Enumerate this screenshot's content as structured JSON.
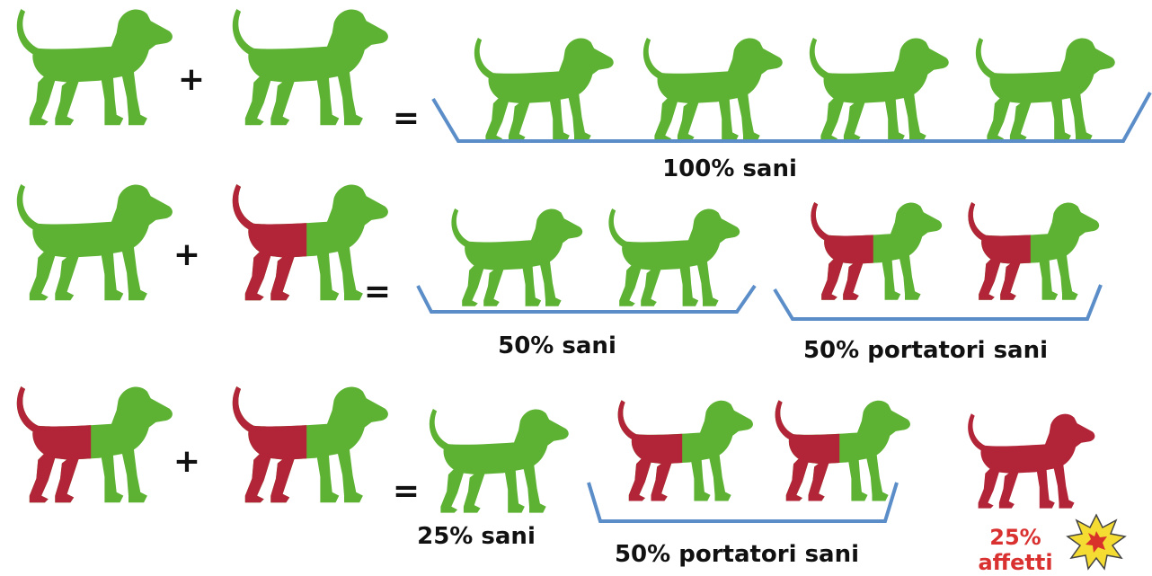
{
  "operators": {
    "plus": "+",
    "equals": "="
  },
  "labels": {
    "row1_healthy": "100% sani",
    "row2_healthy": "50% sani",
    "row2_carriers": "50% portatori sani",
    "row3_healthy": "25% sani",
    "row3_carriers": "50% portatori sani",
    "row3_affected_pct": "25%",
    "row3_affected_word": "affetti"
  },
  "colors": {
    "healthy": "#5db233",
    "carrier_red": "#b22437",
    "bracket": "#5b8dc8",
    "text": "#111111",
    "affected_text": "#d93030",
    "burst_fill": "#f4dc33",
    "burst_center": "#d8322a"
  },
  "icons": {
    "dog": "dog-icon",
    "burst": "explosion-icon"
  }
}
